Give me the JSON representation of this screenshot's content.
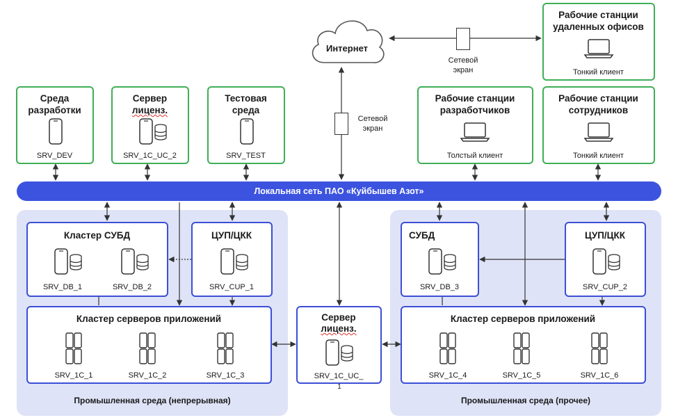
{
  "internet": {
    "label": "Интернет"
  },
  "firewall_top": {
    "label_line1": "Сетевой",
    "label_line2": "экран"
  },
  "firewall_mid": {
    "label_line1": "Сетевой",
    "label_line2": "экран"
  },
  "remote_offices": {
    "title_line1": "Рабочие станции",
    "title_line2": "удаленных офисов",
    "client": "Тонкий клиент"
  },
  "dev_env": {
    "title_line1": "Среда",
    "title_line2": "разработки",
    "server": "SRV_DEV"
  },
  "license_top": {
    "title_line1": "Сервер",
    "title_line2": "лиценз.",
    "server": "SRV_1C_UC_2"
  },
  "test_env": {
    "title_line1": "Тестовая",
    "title_line2": "среда",
    "server": "SRV_TEST"
  },
  "dev_workstations": {
    "title_line1": "Рабочие станции",
    "title_line2": "разработчиков",
    "client": "Толстый клиент"
  },
  "employee_workstations": {
    "title_line1": "Рабочие станции",
    "title_line2": "сотрудников",
    "client": "Тонкий клиент"
  },
  "lan": {
    "label": "Локальная сеть ПАО «Куйбышев Азот»"
  },
  "left_zone": {
    "label": "Промышленная среда (непрерывная)",
    "dbms_cluster": {
      "title": "Кластер СУБД",
      "servers": [
        "SRV_DB_1",
        "SRV_DB_2"
      ]
    },
    "cup": {
      "title": "ЦУП/ЦКК",
      "server": "SRV_CUP_1"
    },
    "app_cluster": {
      "title": "Кластер серверов приложений",
      "servers": [
        "SRV_1C_1",
        "SRV_1C_2",
        "SRV_1C_3"
      ]
    }
  },
  "license_mid": {
    "title_line1": "Сервер",
    "title_line2": "лиценз.",
    "server_line1": "SRV_1C_UC_",
    "server_line2": "1"
  },
  "right_zone": {
    "label": "Промышленная среда (прочее)",
    "dbms": {
      "title": "СУБД",
      "server": "SRV_DB_3"
    },
    "cup": {
      "title": "ЦУП/ЦКК",
      "server": "SRV_CUP_2"
    },
    "app_cluster": {
      "title": "Кластер серверов приложений",
      "servers": [
        "SRV_1C_4",
        "SRV_1C_5",
        "SRV_1C_6"
      ]
    }
  },
  "colors": {
    "green_border": "#3fae57",
    "blue_border": "#3b4fd6",
    "lan_bar": "#3c53e0",
    "zone_bg": "#dfe3f7"
  }
}
